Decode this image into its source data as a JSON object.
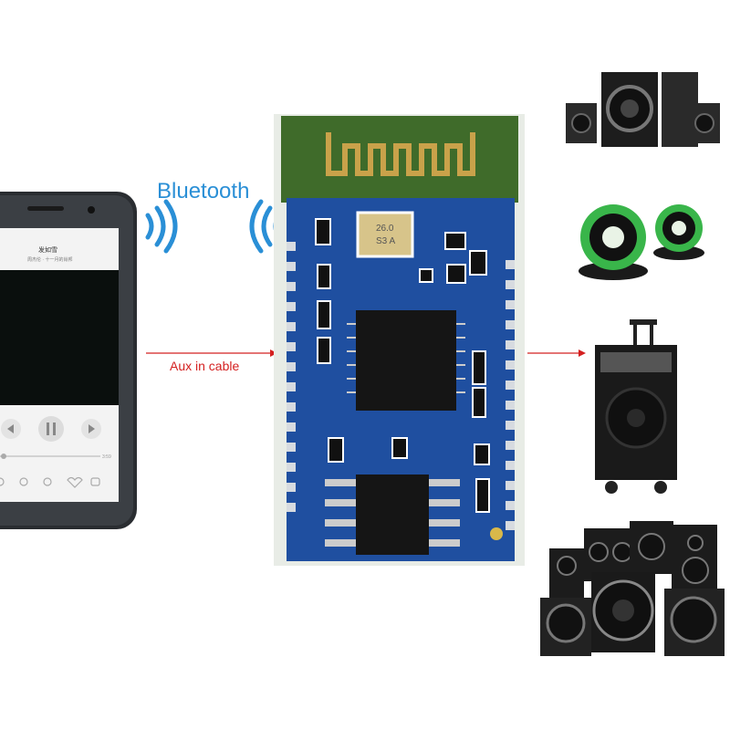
{
  "labels": {
    "bluetooth": "Bluetooth",
    "aux": "Aux in cable"
  },
  "phone": {
    "song_title": "发如雪",
    "song_subtitle": "周杰伦 · 十一月的肖邦",
    "time_end": "3:59"
  },
  "chip": {
    "crystal_text_1": "26.0",
    "crystal_text_2": "S3 A"
  },
  "colors": {
    "bluetooth_text": "#2a8fd6",
    "wave": "#2a8fd6",
    "aux_text": "#d42020",
    "arrow": "#d42020",
    "pcb_blue": "#1f4fa0",
    "antenna_green": "#3f6b2a",
    "speaker_green": "#39b54a"
  },
  "icons": [
    "phone-icon",
    "bluetooth-wave-icon",
    "pcb-module-icon",
    "speaker-icon"
  ]
}
